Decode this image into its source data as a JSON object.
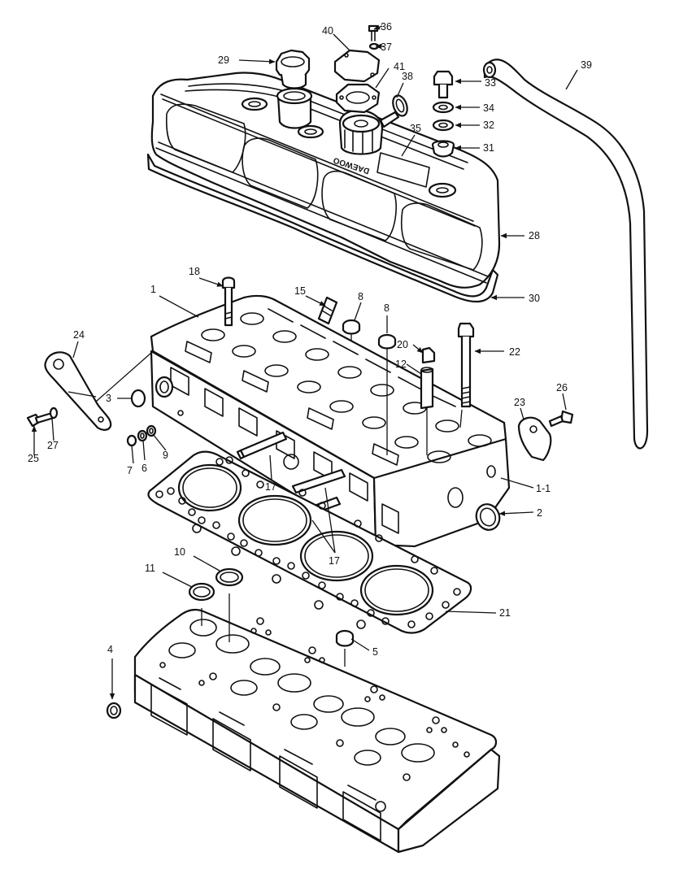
{
  "brand_text": "DAEWOO",
  "callouts": [
    {
      "id": "c36",
      "text": "36"
    },
    {
      "id": "c40",
      "text": "40"
    },
    {
      "id": "c37",
      "text": "37"
    },
    {
      "id": "c29",
      "text": "29"
    },
    {
      "id": "c41",
      "text": "41"
    },
    {
      "id": "c38",
      "text": "38"
    },
    {
      "id": "c33",
      "text": "33"
    },
    {
      "id": "c39",
      "text": "39"
    },
    {
      "id": "c35",
      "text": "35"
    },
    {
      "id": "c34",
      "text": "34"
    },
    {
      "id": "c32",
      "text": "32"
    },
    {
      "id": "c31",
      "text": "31"
    },
    {
      "id": "c28",
      "text": "28"
    },
    {
      "id": "c30",
      "text": "30"
    },
    {
      "id": "c18",
      "text": "18"
    },
    {
      "id": "c1",
      "text": "1"
    },
    {
      "id": "c15",
      "text": "15"
    },
    {
      "id": "c8a",
      "text": "8"
    },
    {
      "id": "c8b",
      "text": "8"
    },
    {
      "id": "c24",
      "text": "24"
    },
    {
      "id": "c20",
      "text": "20"
    },
    {
      "id": "c22",
      "text": "22"
    },
    {
      "id": "c12",
      "text": "12"
    },
    {
      "id": "c3",
      "text": "3"
    },
    {
      "id": "c26",
      "text": "26"
    },
    {
      "id": "c23",
      "text": "23"
    },
    {
      "id": "c25",
      "text": "25"
    },
    {
      "id": "c27",
      "text": "27"
    },
    {
      "id": "c9",
      "text": "9"
    },
    {
      "id": "c7",
      "text": "7"
    },
    {
      "id": "c6",
      "text": "6"
    },
    {
      "id": "c17a",
      "text": "17"
    },
    {
      "id": "c1-1",
      "text": "1-1"
    },
    {
      "id": "c2",
      "text": "2"
    },
    {
      "id": "c17b",
      "text": "17"
    },
    {
      "id": "c10",
      "text": "10"
    },
    {
      "id": "c11",
      "text": "11"
    },
    {
      "id": "c21",
      "text": "21"
    },
    {
      "id": "c5",
      "text": "5"
    },
    {
      "id": "c4",
      "text": "4"
    }
  ]
}
